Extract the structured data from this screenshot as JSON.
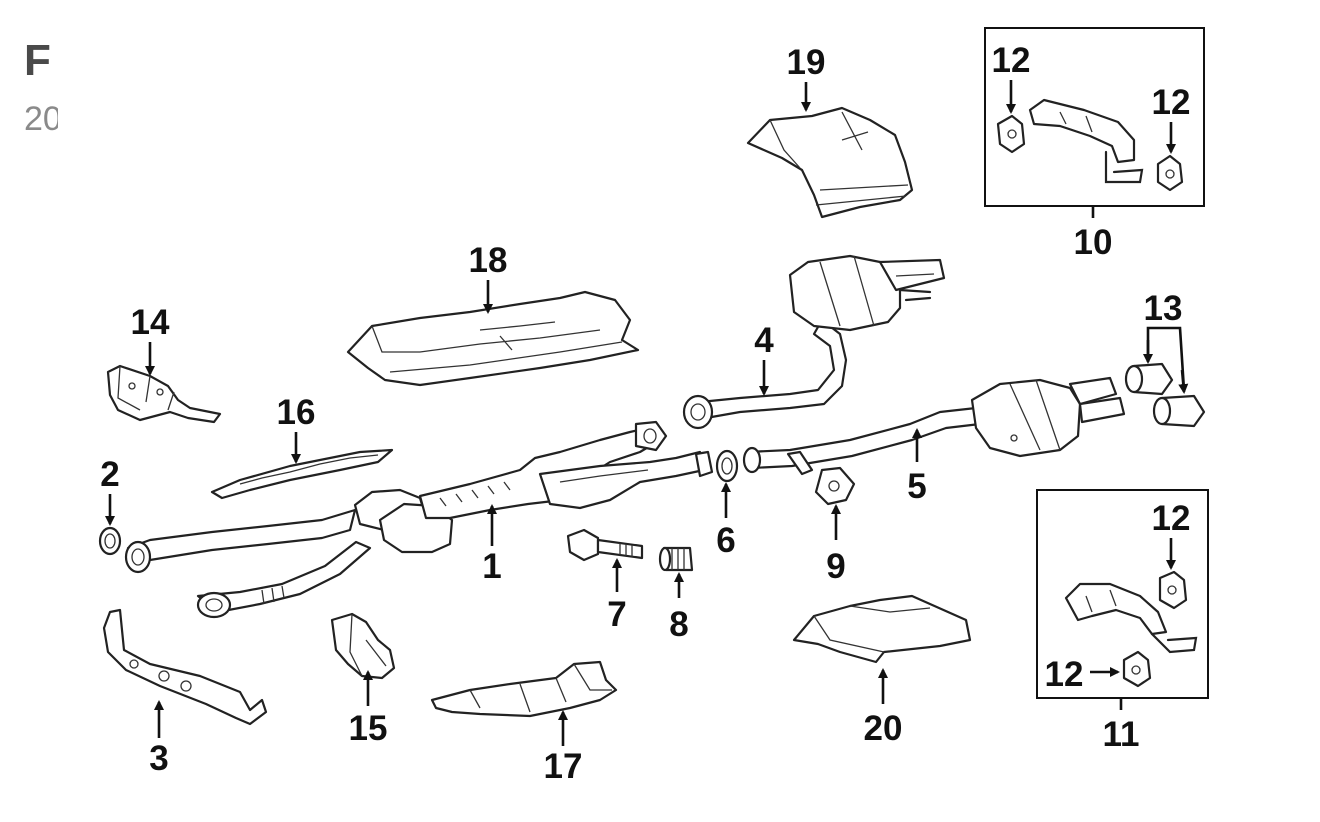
{
  "page": {
    "title_fragment": "F",
    "subtitle_fragment": "20"
  },
  "callouts": {
    "c1": "1",
    "c2": "2",
    "c3": "3",
    "c4": "4",
    "c5": "5",
    "c6": "6",
    "c7": "7",
    "c8": "8",
    "c9": "9",
    "c10": "10",
    "c11": "11",
    "c12a": "12",
    "c12b": "12",
    "c12c": "12",
    "c12d": "12",
    "c13": "13",
    "c14": "14",
    "c15": "15",
    "c16": "16",
    "c17": "17",
    "c18": "18",
    "c19": "19",
    "c20": "20"
  }
}
